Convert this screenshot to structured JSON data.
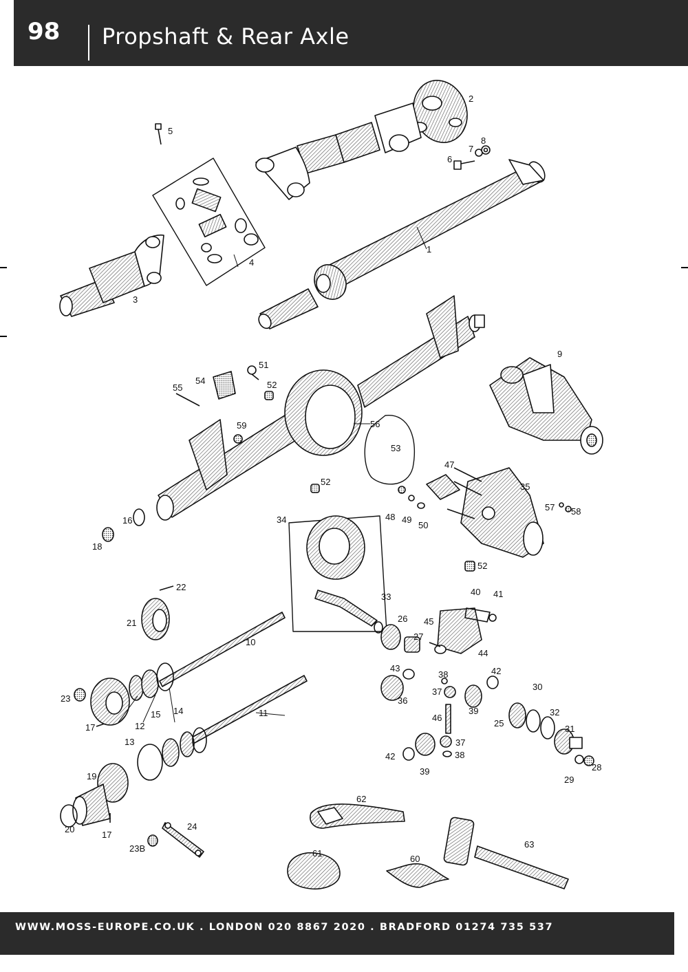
{
  "header": {
    "page_number": "98",
    "title": "Propshaft & Rear Axle"
  },
  "footer": {
    "text": "WWW.MOSS-EUROPE.CO.UK . LONDON 020 8867 2020 . BRADFORD 01274 735 537"
  },
  "callouts": [
    {
      "id": "c1",
      "label": "1"
    },
    {
      "id": "c2",
      "label": "2"
    },
    {
      "id": "c3",
      "label": "3"
    },
    {
      "id": "c4",
      "label": "4"
    },
    {
      "id": "c5",
      "label": "5"
    },
    {
      "id": "c6",
      "label": "6"
    },
    {
      "id": "c7",
      "label": "7"
    },
    {
      "id": "c8",
      "label": "8"
    },
    {
      "id": "c9",
      "label": "9"
    },
    {
      "id": "c10",
      "label": "10"
    },
    {
      "id": "c11",
      "label": "11"
    },
    {
      "id": "c12",
      "label": "12"
    },
    {
      "id": "c13",
      "label": "13"
    },
    {
      "id": "c14",
      "label": "14"
    },
    {
      "id": "c15",
      "label": "15"
    },
    {
      "id": "c16",
      "label": "16"
    },
    {
      "id": "c17a",
      "label": "17"
    },
    {
      "id": "c17b",
      "label": "17"
    },
    {
      "id": "c18",
      "label": "18"
    },
    {
      "id": "c19",
      "label": "19"
    },
    {
      "id": "c20",
      "label": "20"
    },
    {
      "id": "c21",
      "label": "21"
    },
    {
      "id": "c22",
      "label": "22"
    },
    {
      "id": "c23",
      "label": "23"
    },
    {
      "id": "c23b",
      "label": "23B"
    },
    {
      "id": "c24",
      "label": "24"
    },
    {
      "id": "c25",
      "label": "25"
    },
    {
      "id": "c26",
      "label": "26"
    },
    {
      "id": "c27",
      "label": "27"
    },
    {
      "id": "c28",
      "label": "28"
    },
    {
      "id": "c29",
      "label": "29"
    },
    {
      "id": "c30",
      "label": "30"
    },
    {
      "id": "c31",
      "label": "31"
    },
    {
      "id": "c32",
      "label": "32"
    },
    {
      "id": "c33",
      "label": "33"
    },
    {
      "id": "c34",
      "label": "34"
    },
    {
      "id": "c35",
      "label": "35"
    },
    {
      "id": "c36",
      "label": "36"
    },
    {
      "id": "c37a",
      "label": "37"
    },
    {
      "id": "c37b",
      "label": "37"
    },
    {
      "id": "c38a",
      "label": "38"
    },
    {
      "id": "c38b",
      "label": "38"
    },
    {
      "id": "c39a",
      "label": "39"
    },
    {
      "id": "c39b",
      "label": "39"
    },
    {
      "id": "c40",
      "label": "40"
    },
    {
      "id": "c41",
      "label": "41"
    },
    {
      "id": "c42a",
      "label": "42"
    },
    {
      "id": "c42b",
      "label": "42"
    },
    {
      "id": "c43",
      "label": "43"
    },
    {
      "id": "c44",
      "label": "44"
    },
    {
      "id": "c45",
      "label": "45"
    },
    {
      "id": "c46",
      "label": "46"
    },
    {
      "id": "c47",
      "label": "47"
    },
    {
      "id": "c48",
      "label": "48"
    },
    {
      "id": "c49",
      "label": "49"
    },
    {
      "id": "c50",
      "label": "50"
    },
    {
      "id": "c51",
      "label": "51"
    },
    {
      "id": "c52a",
      "label": "52"
    },
    {
      "id": "c52b",
      "label": "52"
    },
    {
      "id": "c52c",
      "label": "52"
    },
    {
      "id": "c53",
      "label": "53"
    },
    {
      "id": "c54",
      "label": "54"
    },
    {
      "id": "c55",
      "label": "55"
    },
    {
      "id": "c56",
      "label": "56"
    },
    {
      "id": "c57",
      "label": "57"
    },
    {
      "id": "c58",
      "label": "58"
    },
    {
      "id": "c59",
      "label": "59"
    },
    {
      "id": "c60",
      "label": "60"
    },
    {
      "id": "c61",
      "label": "61"
    },
    {
      "id": "c62",
      "label": "62"
    },
    {
      "id": "c63",
      "label": "63"
    }
  ]
}
